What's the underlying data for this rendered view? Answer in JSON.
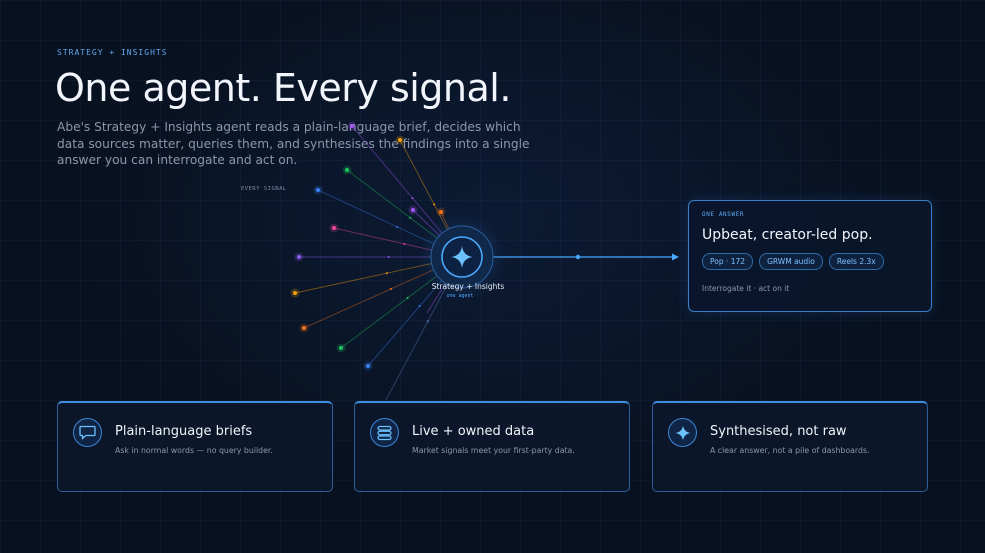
{
  "header": {
    "eyebrow": "STRATEGY + INSIGHTS",
    "title": "One agent. Every signal.",
    "subtitle": "Abe's Strategy + Insights agent reads a plain-language brief, decides which data sources matter, queries them, and synthesises the findings into a single answer you can interrogate and act on."
  },
  "diagram": {
    "signals_label": "EVERY SIGNAL",
    "hub_title": "Strategy + Insights",
    "hub_subtitle": "one agent",
    "hub_icon": "sparkle-icon",
    "signal_count": 14,
    "colors": {
      "accent": "#4aa8ff",
      "line": "#5b7fb8"
    }
  },
  "answer": {
    "eyebrow": "ONE ANSWER",
    "headline": "Upbeat, creator-led pop.",
    "chips": [
      "Pop · 172",
      "GRWM audio",
      "Reels 2.3x"
    ],
    "footer": "Interrogate it · act on it"
  },
  "features": [
    {
      "icon": "speech-bubble-icon",
      "title": "Plain-language briefs",
      "description": "Ask in normal words — no query builder."
    },
    {
      "icon": "database-icon",
      "title": "Live + owned data",
      "description": "Market signals meet your first-party data."
    },
    {
      "icon": "sparkle-icon",
      "title": "Synthesised, not raw",
      "description": "A clear answer, not a pile of dashboards."
    }
  ]
}
